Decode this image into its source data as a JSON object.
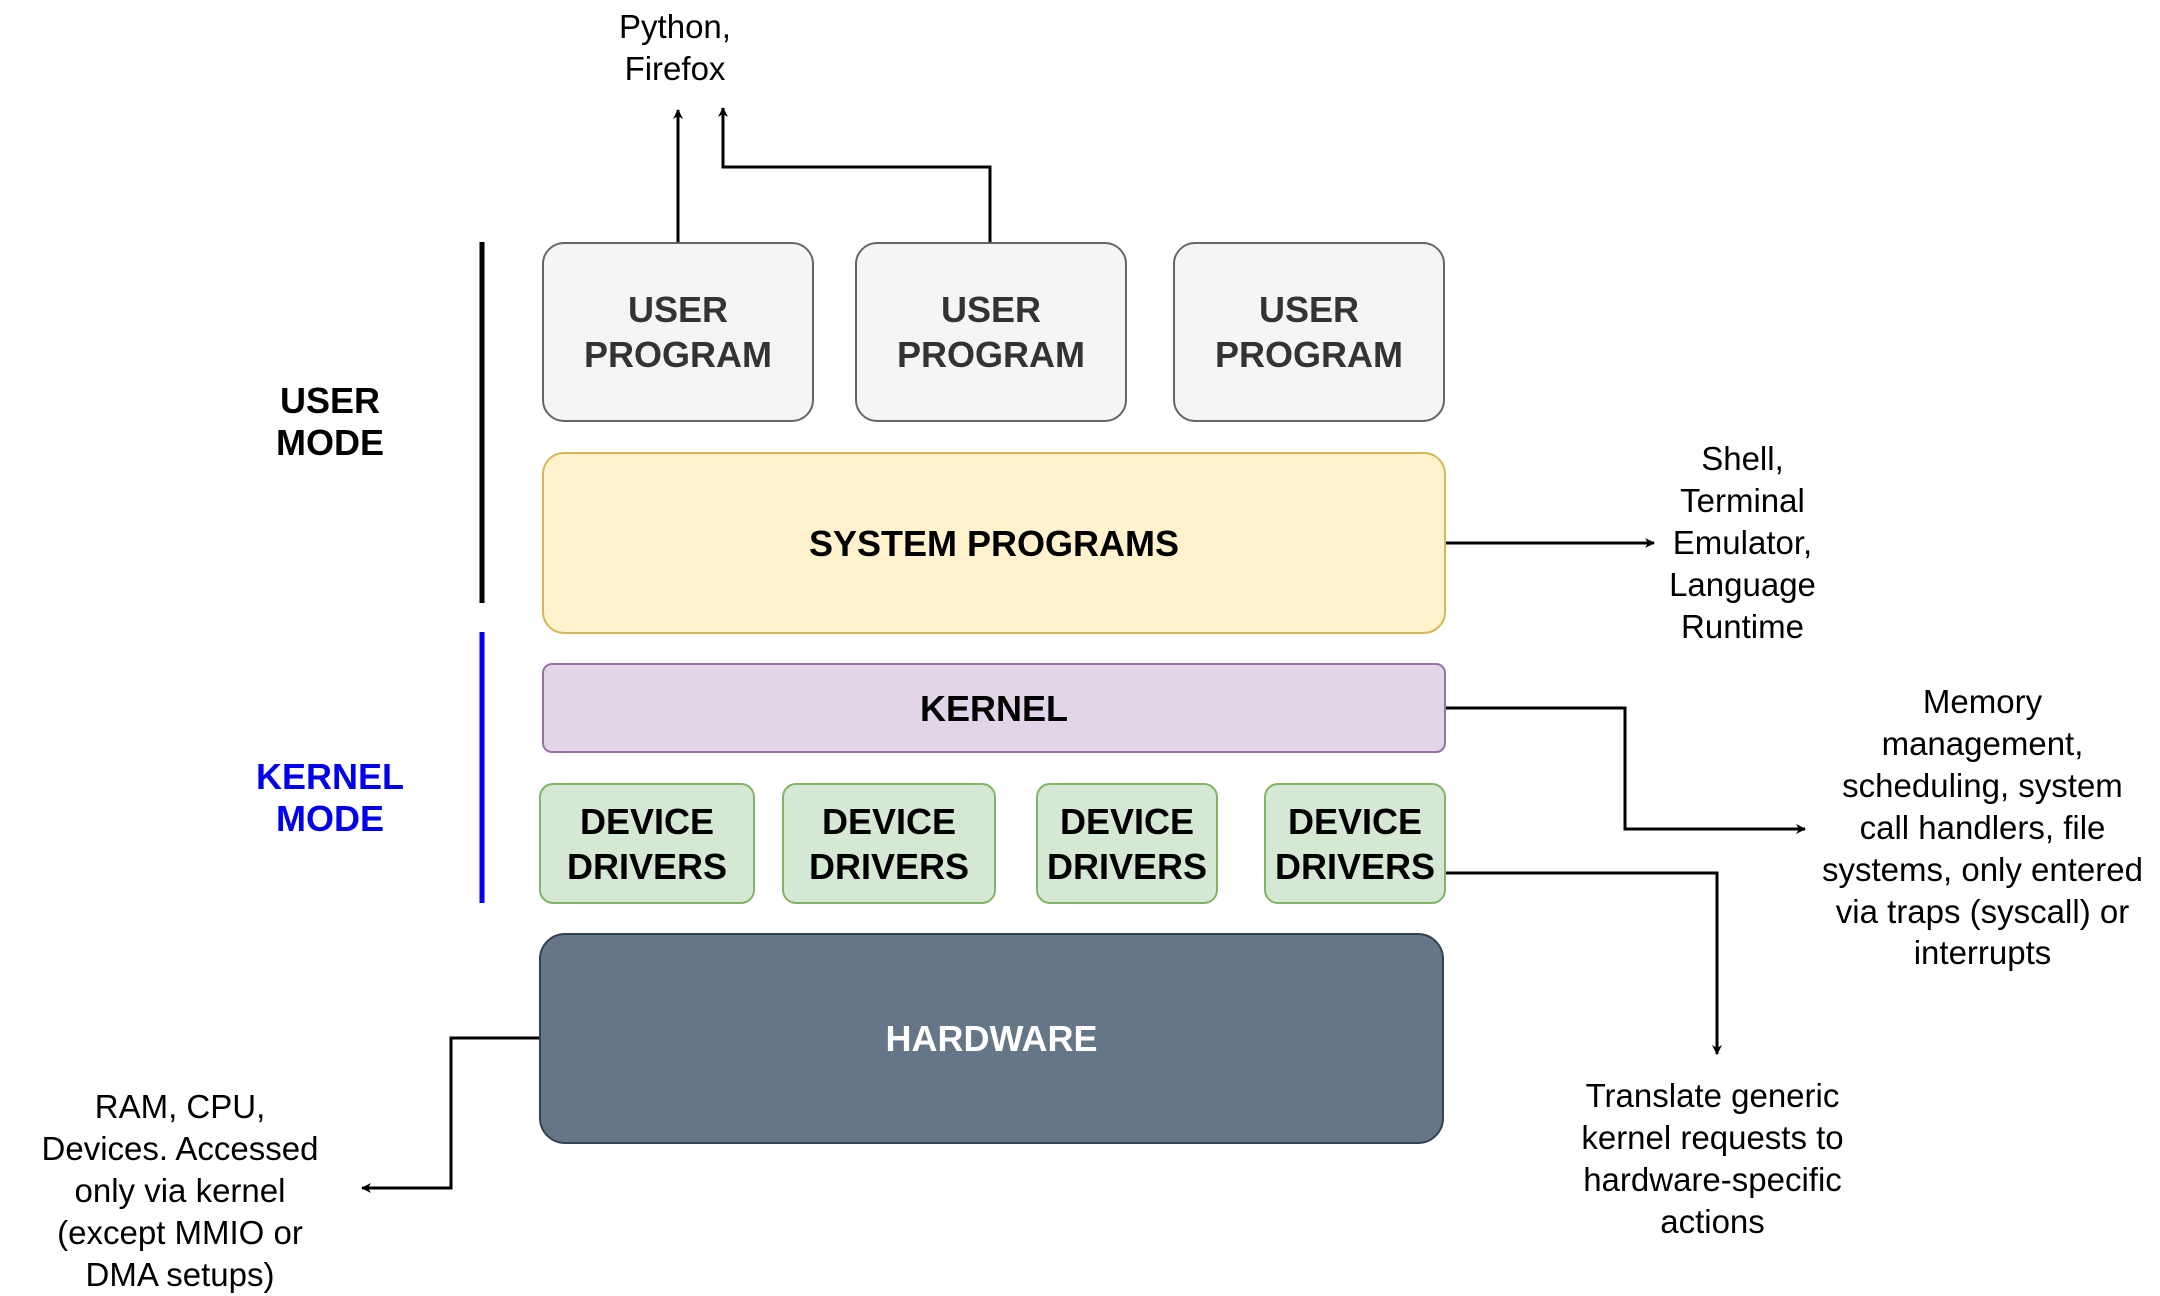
{
  "modes": {
    "user_mode": "USER\nMODE",
    "kernel_mode": "KERNEL\nMODE"
  },
  "layers": {
    "user_programs": [
      "USER\nPROGRAM",
      "USER\nPROGRAM",
      "USER\nPROGRAM"
    ],
    "system_programs": "SYSTEM PROGRAMS",
    "kernel": "KERNEL",
    "device_drivers": [
      "DEVICE\nDRIVERS",
      "DEVICE\nDRIVERS",
      "DEVICE\nDRIVERS",
      "DEVICE\nDRIVERS"
    ],
    "hardware": "HARDWARE"
  },
  "annotations": {
    "user_programs_examples": "Python,\nFirefox",
    "system_programs_examples": "Shell,\nTerminal\nEmulator,\nLanguage\nRuntime",
    "kernel_description": "Memory\nmanagement,\nscheduling, system\ncall handlers, file\nsystems, only entered\nvia traps (syscall) or\ninterrupts",
    "drivers_description": "Translate generic\nkernel requests to\nhardware-specific\nactions",
    "hardware_description": "RAM, CPU,\nDevices. Accessed\nonly via kernel\n(except MMIO or\nDMA setups)"
  },
  "colors": {
    "user_mode_bar": "#000000",
    "kernel_mode_bar": "#0000ee",
    "kernel_mode_text": "#0000ee",
    "user_program_fill": "#f5f5f5",
    "system_programs_fill": "#fff2cc",
    "kernel_fill": "#e1d5e7",
    "device_drivers_fill": "#d5e8d4",
    "hardware_fill": "#647687"
  }
}
